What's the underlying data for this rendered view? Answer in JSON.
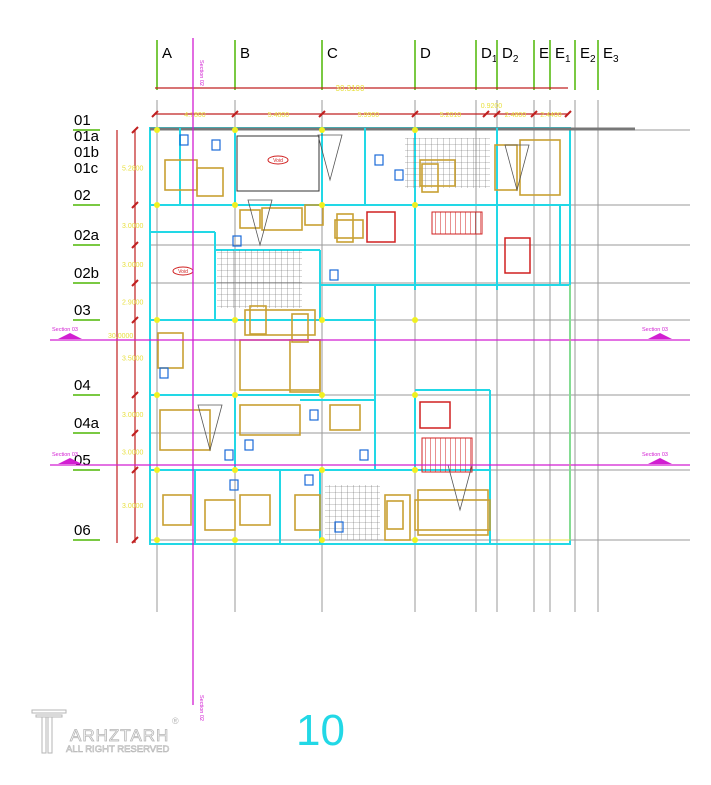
{
  "drawing": {
    "columns": [
      "A",
      "B",
      "C",
      "D",
      "D1",
      "D2",
      "E",
      "E1",
      "E2",
      "E3"
    ],
    "rows": [
      "01",
      "01a",
      "01b",
      "01c",
      "02",
      "02a",
      "02b",
      "03",
      "04",
      "04a",
      "05",
      "06"
    ],
    "overall_width_dim": "30.3100",
    "top_dims": [
      "4.7800",
      "5.4800",
      "5.9900",
      "5.2010",
      "0.9200",
      "2.4800",
      "2.4400"
    ],
    "overall_height_dim": "30.0000",
    "left_dims": [
      "5.2800",
      "3.0000",
      "3.0000",
      "2.9000",
      "3.5000",
      "3.0000",
      "3.0000",
      "3.0000"
    ],
    "section_h_label": "Section 03",
    "section_v_label": "Section 02",
    "void_label": "Void",
    "colors": {
      "wall": "#22d8e6",
      "furniture": "#c8a032",
      "grid": "#9a9a9a",
      "section": "#d21ed2",
      "dim": "#c02020",
      "text_dim": "#e8e040",
      "axis_tag": "#7ac943"
    }
  },
  "page_number": "10",
  "logo": {
    "name": "ARHZTARH",
    "sub": "ALL RIGHT RESERVED",
    "reg": "®"
  }
}
